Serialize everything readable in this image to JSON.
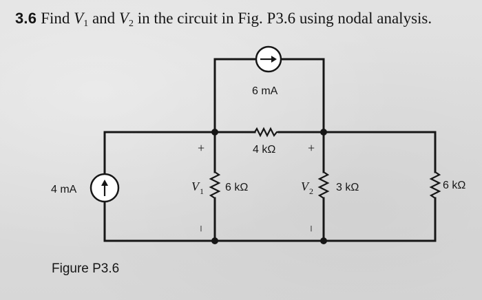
{
  "problem": {
    "number": "3.6",
    "text_prefix": "Find ",
    "v1_letter": "V",
    "v1_sub": "1",
    "text_and": " and ",
    "v2_letter": "V",
    "v2_sub": "2",
    "text_suffix": " in the circuit in Fig. P3.6 using nodal analysis."
  },
  "circuit": {
    "sources": {
      "top_current": "6 mA",
      "left_current": "4 mA"
    },
    "resistors": {
      "series_top": "4 kΩ",
      "shunt_v1": "6 kΩ",
      "shunt_v2": "3 kΩ",
      "shunt_right": "6 kΩ"
    },
    "node_labels": {
      "v1_letter": "V",
      "v1_sub": "1",
      "v2_letter": "V",
      "v2_sub": "2",
      "plus": "+",
      "minus": "−"
    }
  },
  "figure": {
    "caption": "Figure P3.6"
  }
}
